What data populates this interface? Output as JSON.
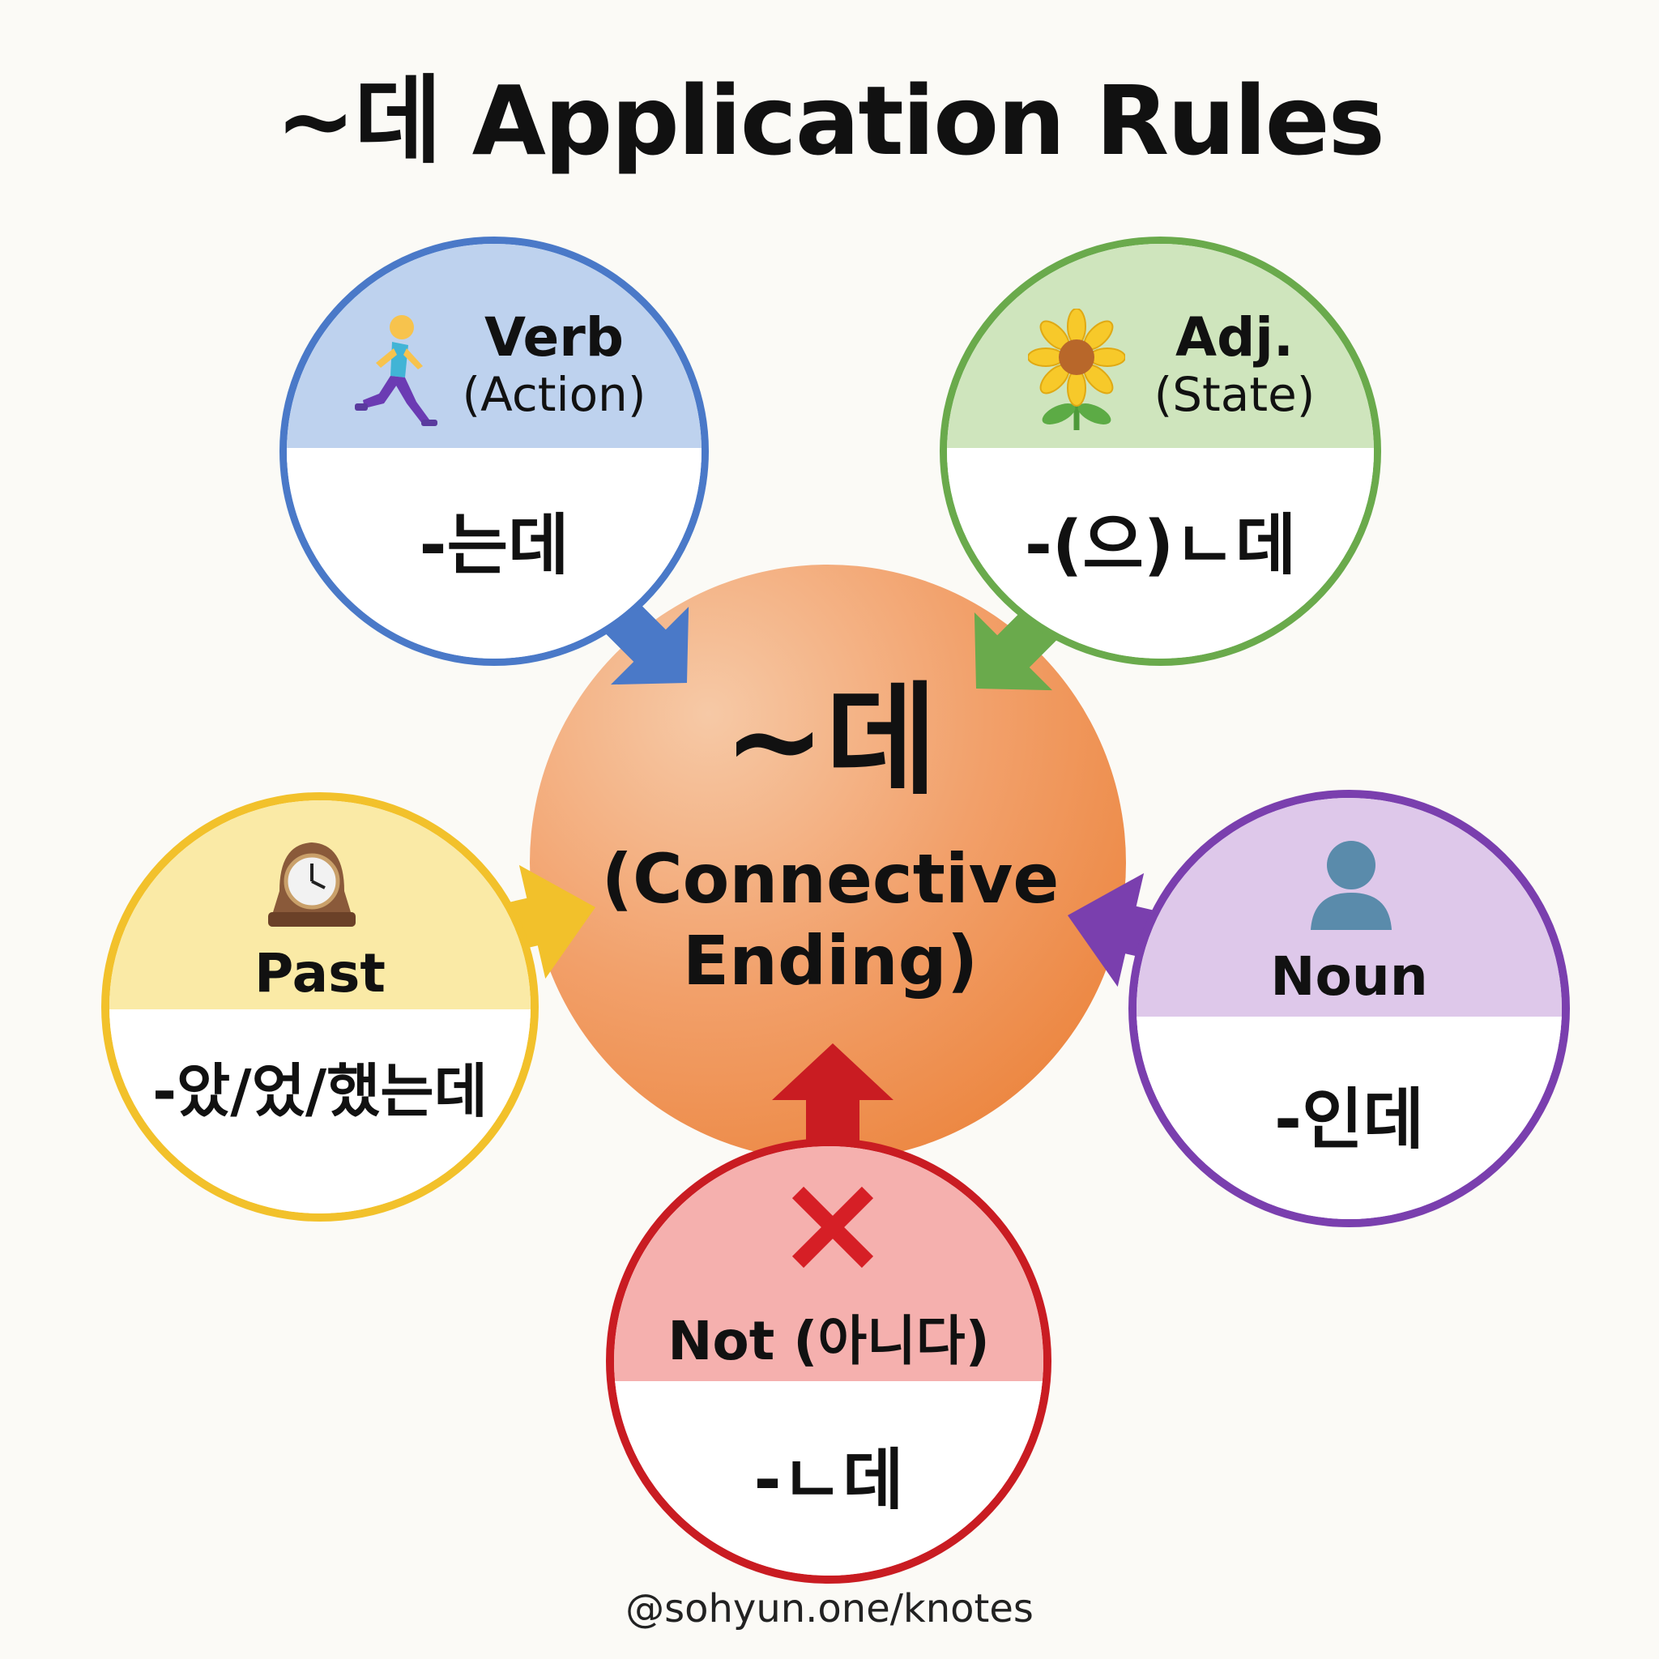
{
  "title": "~데 Application Rules",
  "center": {
    "main": "~데",
    "sub_line1": "(Connective",
    "sub_line2": "Ending)"
  },
  "nodes": {
    "verb": {
      "head": "Verb",
      "sub": "(Action)",
      "form": "-는데",
      "icon": "runner-icon",
      "color": "#4a79c8"
    },
    "adj": {
      "head": "Adj.",
      "sub": "(State)",
      "form": "-(으)ㄴ데",
      "icon": "sunflower-icon",
      "color": "#6aaa4c"
    },
    "past": {
      "head": "Past",
      "form": "-았/었/했는데",
      "icon": "clock-icon",
      "color": "#f2c12b"
    },
    "noun": {
      "head": "Noun",
      "form": "-인데",
      "icon": "person-silhouette-icon",
      "color": "#7a3fae"
    },
    "not": {
      "head": "Not (아니다)",
      "form": "-ㄴ데",
      "icon": "cross-mark-icon",
      "color": "#c91c22"
    }
  },
  "footer": "@sohyun.one/knotes"
}
